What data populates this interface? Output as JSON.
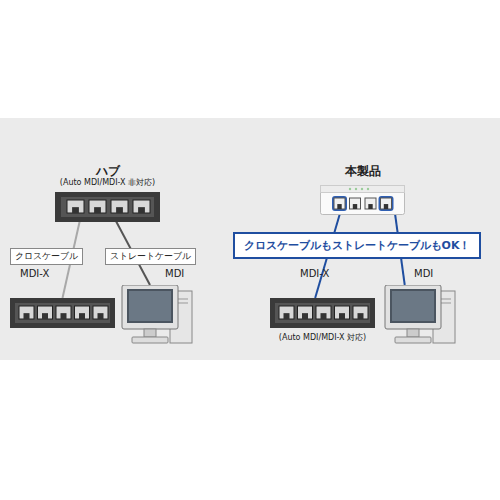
{
  "diagram": {
    "nodes": [
      {
        "text": [
          "ハブ",
          "(Auto MDI/MDI-X 非対応)"
        ]
      },
      {
        "text": [
          "MDI-X"
        ]
      },
      {
        "text": [
          "MDI"
        ]
      },
      {
        "text": [
          "本製品"
        ]
      },
      {
        "text": [
          "クロスケーブルもストレートケーブルもOK！"
        ]
      },
      {
        "text": [
          "MDI-X",
          "(Auto MDI/MDI-X 対応)"
        ]
      },
      {
        "text": [
          "MDI"
        ]
      }
    ],
    "edges": [
      {
        "from": 0,
        "to": 1,
        "label": "クロスケーブル",
        "arrow": "none"
      },
      {
        "from": 0,
        "to": 2,
        "label": "ストレートケーブル",
        "arrow": "none"
      },
      {
        "from": 3,
        "to": 5,
        "arrow": "none"
      },
      {
        "from": 3,
        "to": 6,
        "arrow": "none"
      }
    ]
  }
}
